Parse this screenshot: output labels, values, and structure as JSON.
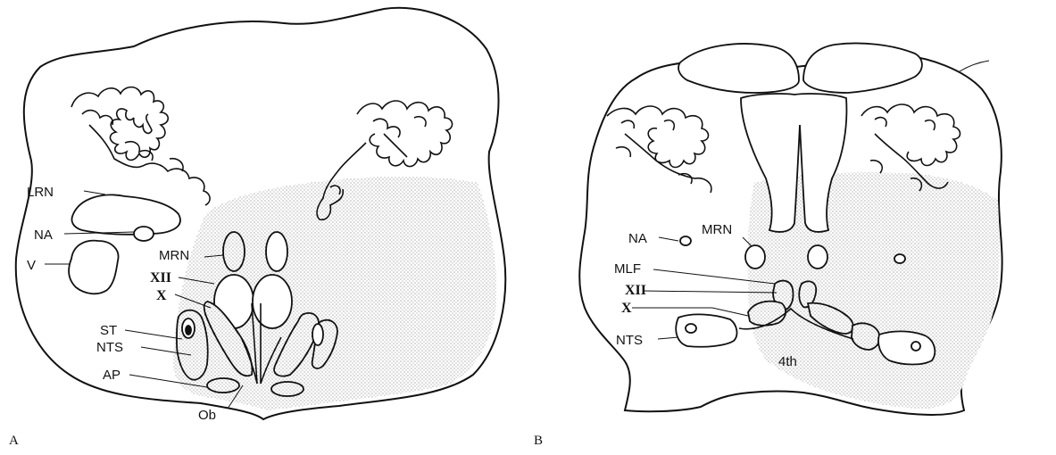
{
  "panels": [
    {
      "letter": "A",
      "labels": {
        "lrn": "LRN",
        "na": "NA",
        "v": "V",
        "mrn": "MRN",
        "xii": "XII",
        "x": "X",
        "st": "ST",
        "nts": "NTS",
        "ap": "AP",
        "ob": "Ob"
      }
    },
    {
      "letter": "B",
      "labels": {
        "na": "NA",
        "mrn": "MRN",
        "mlf": "MLF",
        "xii": "XII",
        "x": "X",
        "nts": "NTS",
        "fourth": "4th"
      }
    }
  ]
}
